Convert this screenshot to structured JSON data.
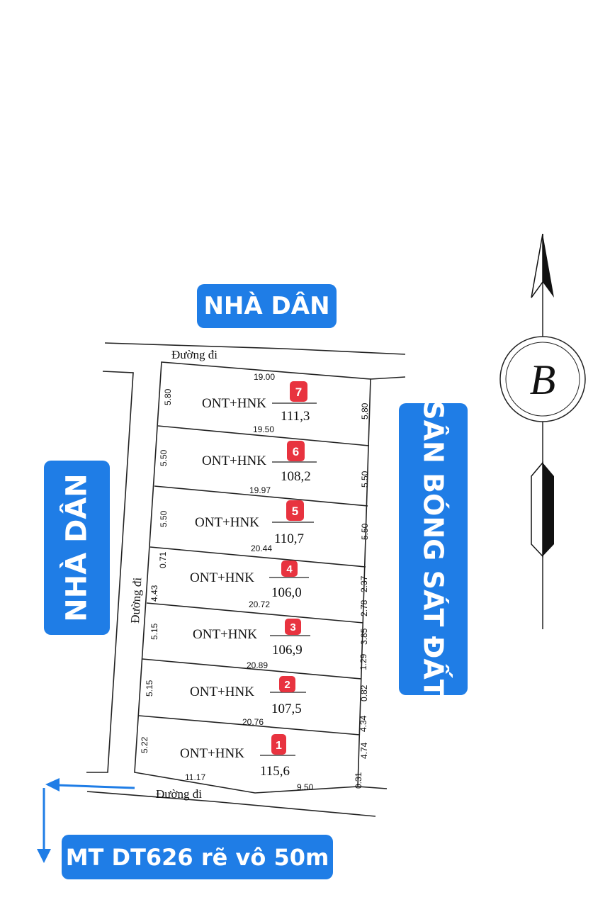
{
  "labels": {
    "top": "NHÀ DÂN",
    "left": "NHÀ DÂN",
    "right": "SÂN BÓNG SÁT ĐẤT",
    "bottom": "MT DT626 rẽ vô 50m"
  },
  "roads": {
    "top": "Đường đi",
    "left": "Đường đi",
    "bottom": "Đường đi"
  },
  "colors": {
    "label_blue": "#1f7de6",
    "lot_badge_red": "#e8333f",
    "arrow_blue": "#1f7de6"
  },
  "compass": {
    "letter": "B"
  },
  "lots": [
    {
      "id": "7",
      "use": "ONT+HNK",
      "area": "111,3",
      "left": "5.80",
      "right": "5.80",
      "top": "19.00"
    },
    {
      "id": "6",
      "use": "ONT+HNK",
      "area": "108,2",
      "left": "5.50",
      "right": "5.50",
      "top": "19.50"
    },
    {
      "id": "5",
      "use": "ONT+HNK",
      "area": "110,7",
      "left": "5.50",
      "right": "5.50",
      "top": "19.97"
    },
    {
      "id": "4",
      "use": "ONT+HNK",
      "area": "106,0",
      "left_a": "0.71",
      "left_b": "4.43",
      "right_a": "2.37",
      "right_b": "2.78",
      "top": "20.44"
    },
    {
      "id": "3",
      "use": "ONT+HNK",
      "area": "106,9",
      "left": "5.15",
      "right_a": "3.85",
      "right_b": "1.29",
      "top": "20.72"
    },
    {
      "id": "2",
      "use": "ONT+HNK",
      "area": "107,5",
      "left": "5.15",
      "right_a": "0.82",
      "right_b": "4.34",
      "top": "20.89"
    },
    {
      "id": "1",
      "use": "ONT+HNK",
      "area": "115,6",
      "left": "5.22",
      "right_a": "4.74",
      "right_b": "0.31",
      "top": "20.76",
      "bottom_a": "11.17",
      "bottom_b": "9.50"
    }
  ]
}
